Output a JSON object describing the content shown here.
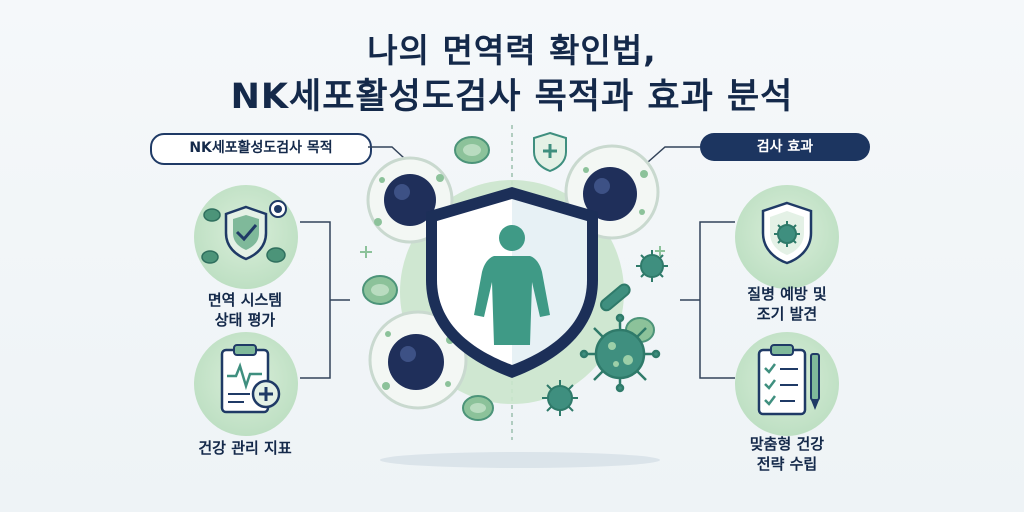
{
  "title": {
    "line1": "나의 면역력 확인법,",
    "line2": "NK세포활성도검사 목적과 효과 분석"
  },
  "left": {
    "header": "NK세포활성도검사 목적",
    "item1": {
      "line1": "면역 시스템",
      "line2": "상태 평가",
      "icon": "shield-check-icon"
    },
    "item2": {
      "line1": "건강 관리 지표",
      "icon": "clipboard-heartbeat-icon"
    }
  },
  "right": {
    "header": "검사 효과",
    "item1": {
      "line1": "질병 예방 및",
      "line2": "조기 발견",
      "icon": "shield-virus-icon"
    },
    "item2": {
      "line1": "맞춤형 건강",
      "line2": "전략 수립",
      "icon": "checklist-pen-icon"
    }
  },
  "colors": {
    "navy": "#14294a",
    "green": "#bfe0c4",
    "teal": "#3f8f7f",
    "virus": "#2f7a6a"
  }
}
